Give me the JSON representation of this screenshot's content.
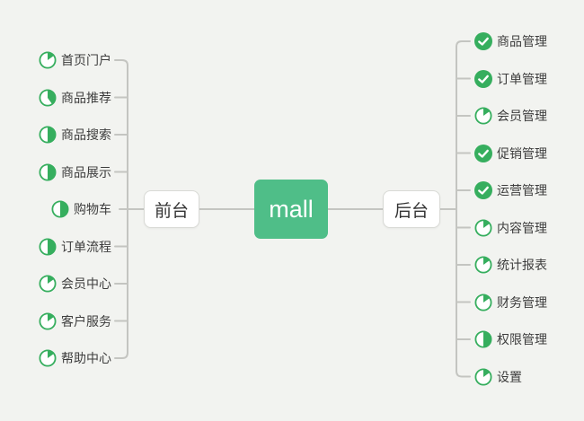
{
  "app": "mind-map",
  "colors": {
    "background": "#f2f3f0",
    "connector_line": "#c4c5c1",
    "marker_green": "#36ae5e",
    "root_node_green": "#4fbe88",
    "item_text": "#3d3d3d",
    "branch_node_border": "#d9dad6"
  },
  "root": {
    "label": "mall"
  },
  "branches": [
    {
      "side": "left",
      "label": "前台",
      "items": [
        {
          "label": "首页门户",
          "status": "in-progress",
          "progress": 0.15
        },
        {
          "label": "商品推荐",
          "status": "in-progress",
          "progress": 0.4
        },
        {
          "label": "商品搜索",
          "status": "in-progress",
          "progress": 0.5
        },
        {
          "label": "商品展示",
          "status": "in-progress",
          "progress": 0.5
        },
        {
          "label": "购物车",
          "status": "in-progress",
          "progress": 0.5,
          "indent": true
        },
        {
          "label": "订单流程",
          "status": "in-progress",
          "progress": 0.5
        },
        {
          "label": "会员中心",
          "status": "in-progress",
          "progress": 0.15
        },
        {
          "label": "客户服务",
          "status": "in-progress",
          "progress": 0.15
        },
        {
          "label": "帮助中心",
          "status": "in-progress",
          "progress": 0.15
        }
      ]
    },
    {
      "side": "right",
      "label": "后台",
      "items": [
        {
          "label": "商品管理",
          "status": "done"
        },
        {
          "label": "订单管理",
          "status": "done"
        },
        {
          "label": "会员管理",
          "status": "in-progress",
          "progress": 0.15
        },
        {
          "label": "促销管理",
          "status": "done"
        },
        {
          "label": "运营管理",
          "status": "done"
        },
        {
          "label": "内容管理",
          "status": "in-progress",
          "progress": 0.15
        },
        {
          "label": "统计报表",
          "status": "in-progress",
          "progress": 0.15
        },
        {
          "label": "财务管理",
          "status": "in-progress",
          "progress": 0.15
        },
        {
          "label": "权限管理",
          "status": "in-progress",
          "progress": 0.5
        },
        {
          "label": "设置",
          "status": "in-progress",
          "progress": 0.15
        }
      ]
    }
  ]
}
